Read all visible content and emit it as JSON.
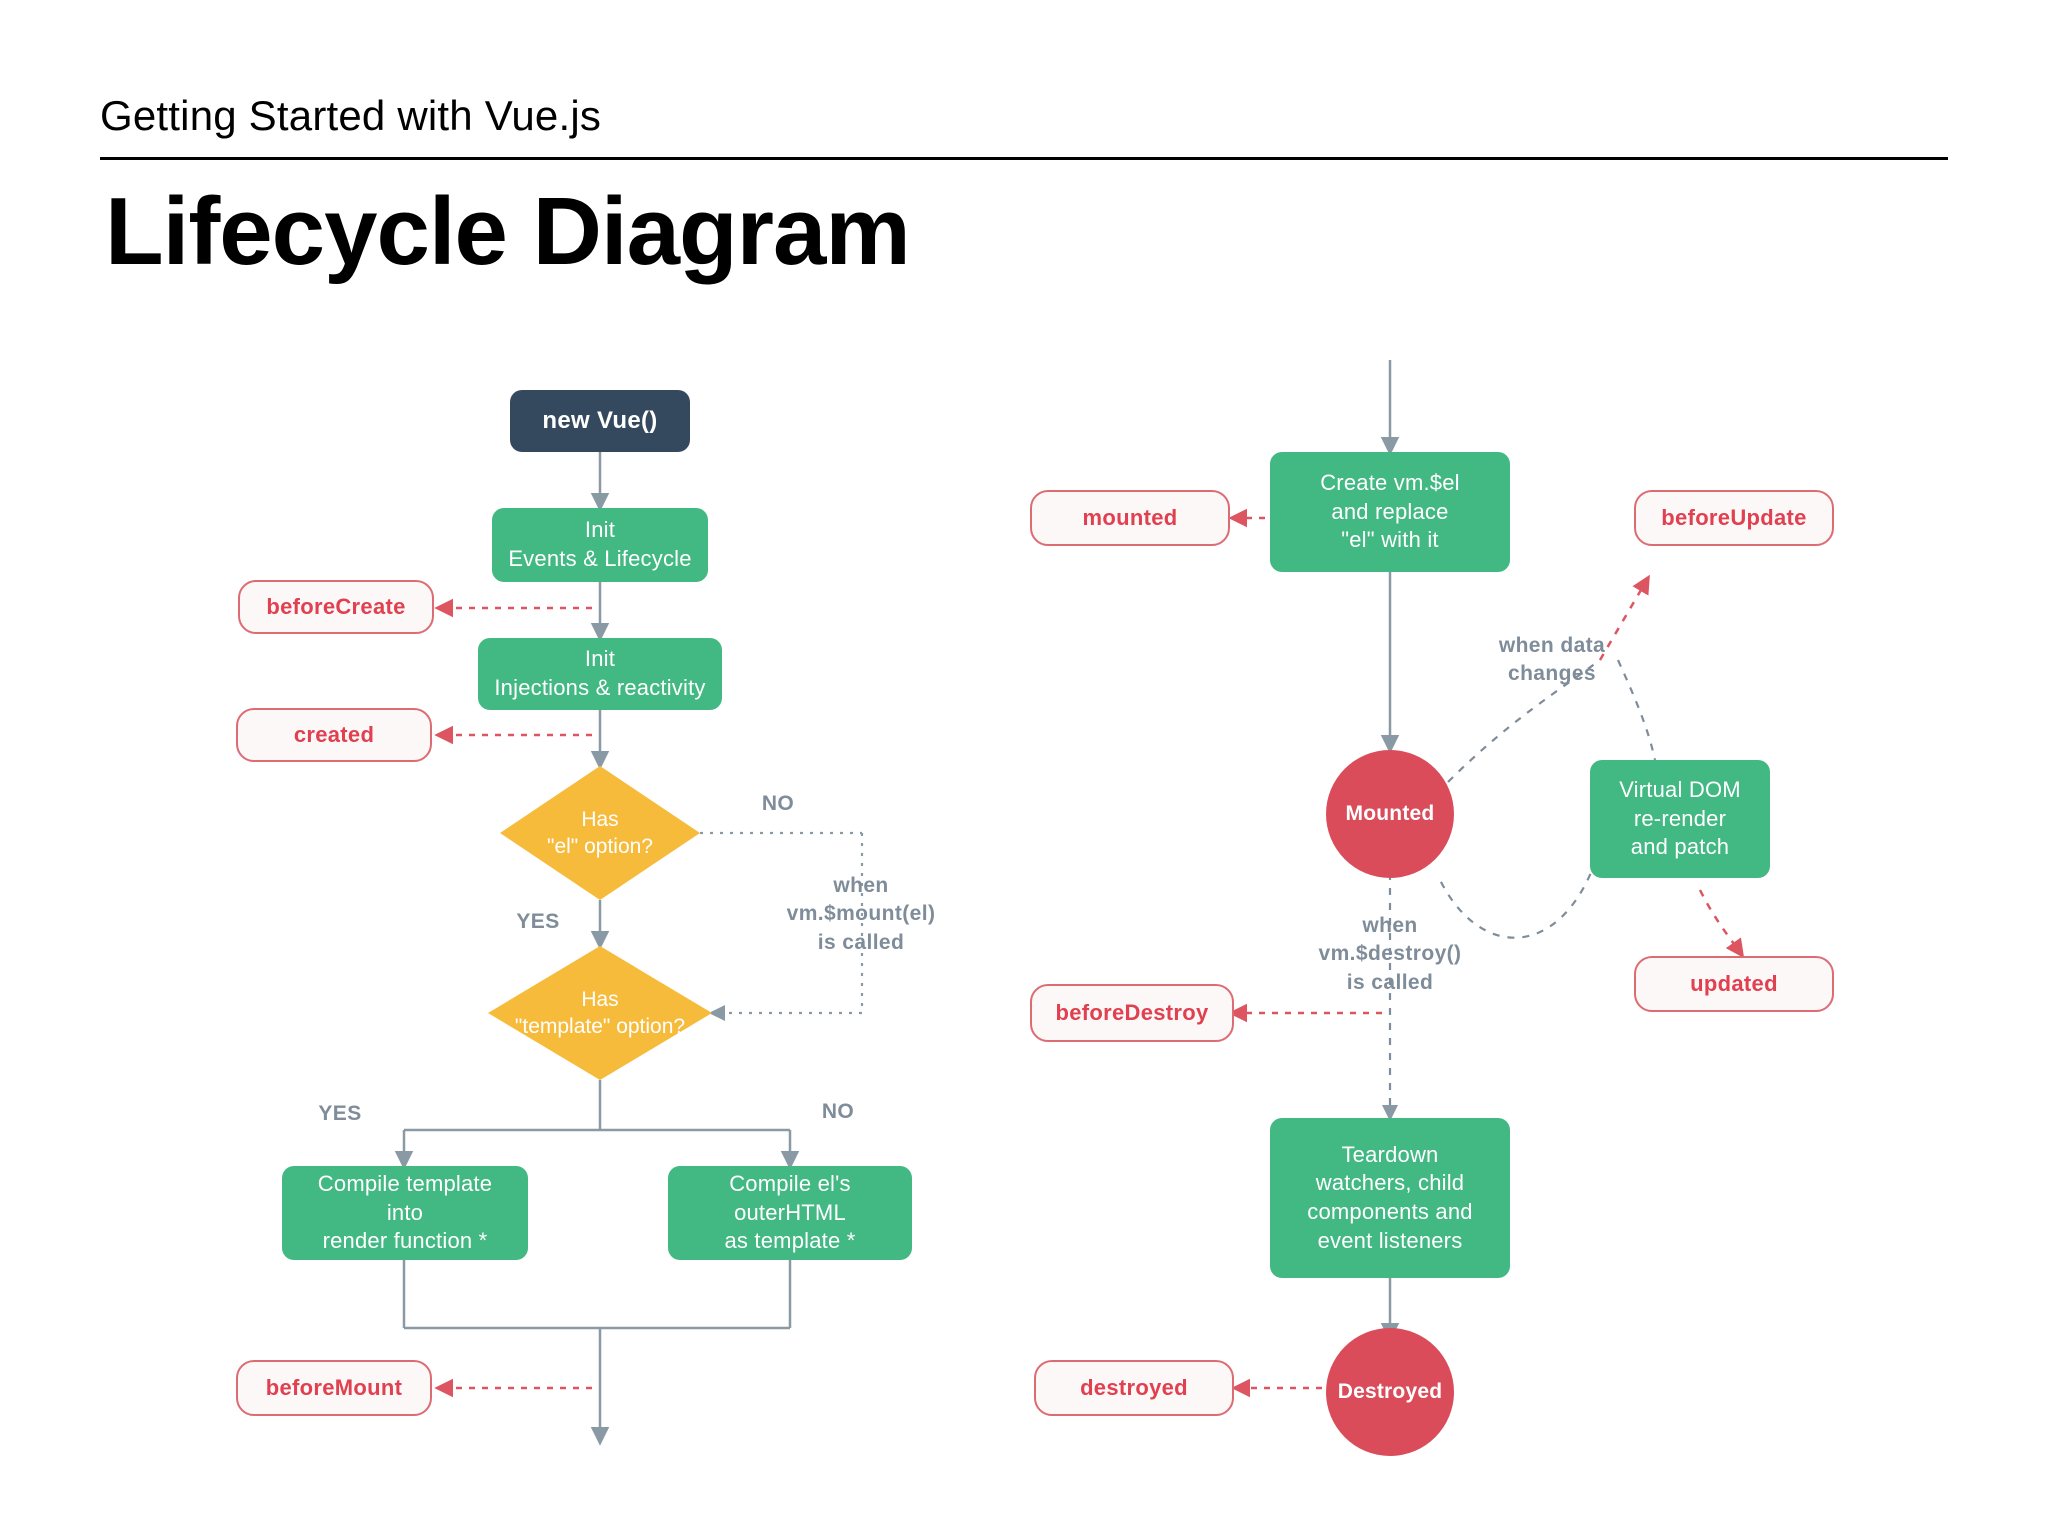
{
  "slide": {
    "kicker": "Getting Started with Vue.js",
    "title": "Lifecycle Diagram"
  },
  "colors": {
    "green": "#42b883",
    "dark_navy": "#35495e",
    "yellow": "#f7bb3c",
    "hook_red": "#e0404f",
    "hook_border": "#dd6b72",
    "state_red": "#db4c5b",
    "edge_gray": "#8a9aa5",
    "label_gray": "#7f8c99"
  },
  "diagram": {
    "nodes": {
      "new_vue": "new Vue()",
      "init_events": "Init\nEvents & Lifecycle",
      "init_injections": "Init\nInjections & reactivity",
      "has_el": "Has\n\"el\" option?",
      "has_template": "Has\n\"template\" option?",
      "compile_template": "Compile template\ninto\nrender function *",
      "compile_outerhtml": "Compile el's\nouterHTML\nas template *",
      "create_vm_el": "Create vm.$el\nand replace\n\"el\" with it",
      "virtual_dom": "Virtual DOM\nre-render\nand patch",
      "teardown": "Teardown\nwatchers, child\ncomponents and\nevent listeners",
      "mounted_state": "Mounted",
      "destroyed_state": "Destroyed"
    },
    "hooks": {
      "before_create": "beforeCreate",
      "created": "created",
      "before_mount": "beforeMount",
      "mounted": "mounted",
      "before_update": "beforeUpdate",
      "updated": "updated",
      "before_destroy": "beforeDestroy",
      "destroyed": "destroyed"
    },
    "edge_labels": {
      "no_el": "NO",
      "yes_el": "YES",
      "when_mount_called": "when\nvm.$mount(el)\nis called",
      "yes_template": "YES",
      "no_template": "NO",
      "when_data_changes": "when data\nchanges",
      "when_destroy_called": "when\nvm.$destroy()\nis called"
    }
  }
}
